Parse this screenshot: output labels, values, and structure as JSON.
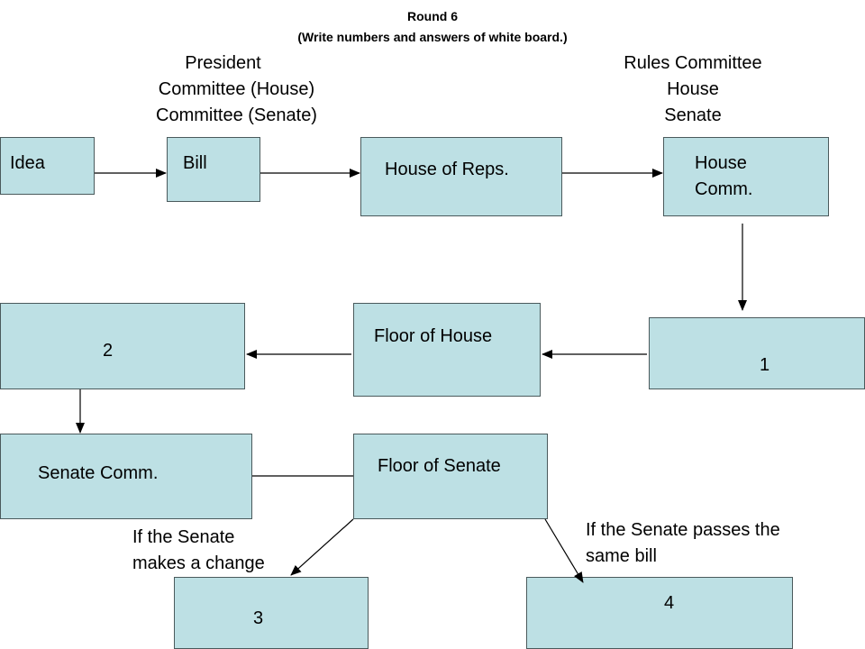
{
  "header": {
    "round": "Round 6",
    "instruction": "(Write numbers and answers of white board.)"
  },
  "top_left_label": {
    "line1": "President",
    "line2": "Committee (House)",
    "line3": "Committee (Senate)"
  },
  "top_right_label": {
    "line1": "Rules Committee",
    "line2": "House",
    "line3": "Senate"
  },
  "boxes": {
    "idea": "Idea",
    "bill": "Bill",
    "house_of_reps": "House of Reps.",
    "house_comm_line1": "House",
    "house_comm_line2": "Comm.",
    "blank_1": "1",
    "floor_of_house": "Floor of House",
    "blank_2": "2",
    "senate_comm": "Senate Comm.",
    "floor_of_senate": "Floor of Senate",
    "blank_3": "3",
    "blank_4": "4"
  },
  "branch_labels": {
    "senate_change_line1": "If the Senate",
    "senate_change_line2": "makes a change",
    "senate_same_line1": "If the Senate passes the",
    "senate_same_line2": "same bill"
  },
  "colors": {
    "box_fill": "#bde0e4",
    "box_border": "#4a5a5c",
    "arrow": "#000000"
  }
}
